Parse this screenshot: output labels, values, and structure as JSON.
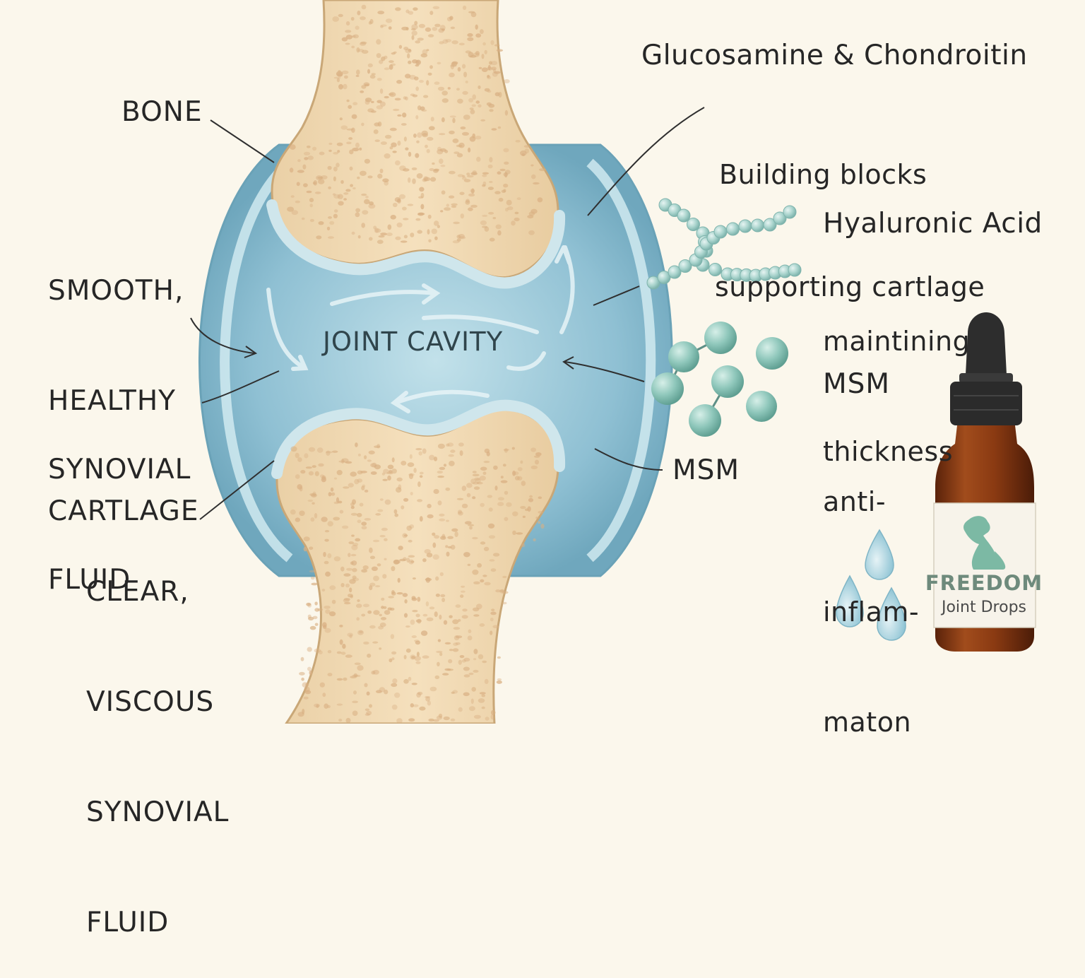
{
  "labels": {
    "bone": "BONE",
    "cartilage": [
      "SMOOTH,",
      "HEALTHY",
      "CARTLAGE"
    ],
    "synovial_fluid": [
      "SYNOVIAL",
      "FLUID"
    ],
    "clear_fluid": [
      "CLEAR,",
      "VISCOUS",
      "SYNOVIAL",
      "FLUID"
    ],
    "joint_cavity": "JOINT CAVITY",
    "msm_callout": "MSM"
  },
  "supplements": {
    "glucosamine_title": "Glucosamine & Chondroitin",
    "glucosamine_desc": [
      "Building blocks",
      "supporting cartlage"
    ],
    "hyaluronic_title": "Hyaluronic Acid",
    "hyaluronic_desc": [
      "maintining",
      "thickness"
    ],
    "msm_title": "MSM",
    "msm_desc": [
      "anti-",
      "inflam-",
      "maton"
    ]
  },
  "product": {
    "brand": "FREEDOM",
    "name": "Joint Drops"
  },
  "colors": {
    "background": "#fbf7ec",
    "bone": "#f1d9b2",
    "bone_pores": "#dcb48a",
    "capsule": "#a9d2e0",
    "cavity": "#8fc0d3",
    "molecule": "#8fc7bb",
    "bottle_glass": "#8a3a12",
    "dog_icon": "#7cb9a4"
  },
  "icons": [
    "dog-icon",
    "droplet-icon",
    "molecule-chain-icon",
    "molecule-cluster-icon"
  ]
}
